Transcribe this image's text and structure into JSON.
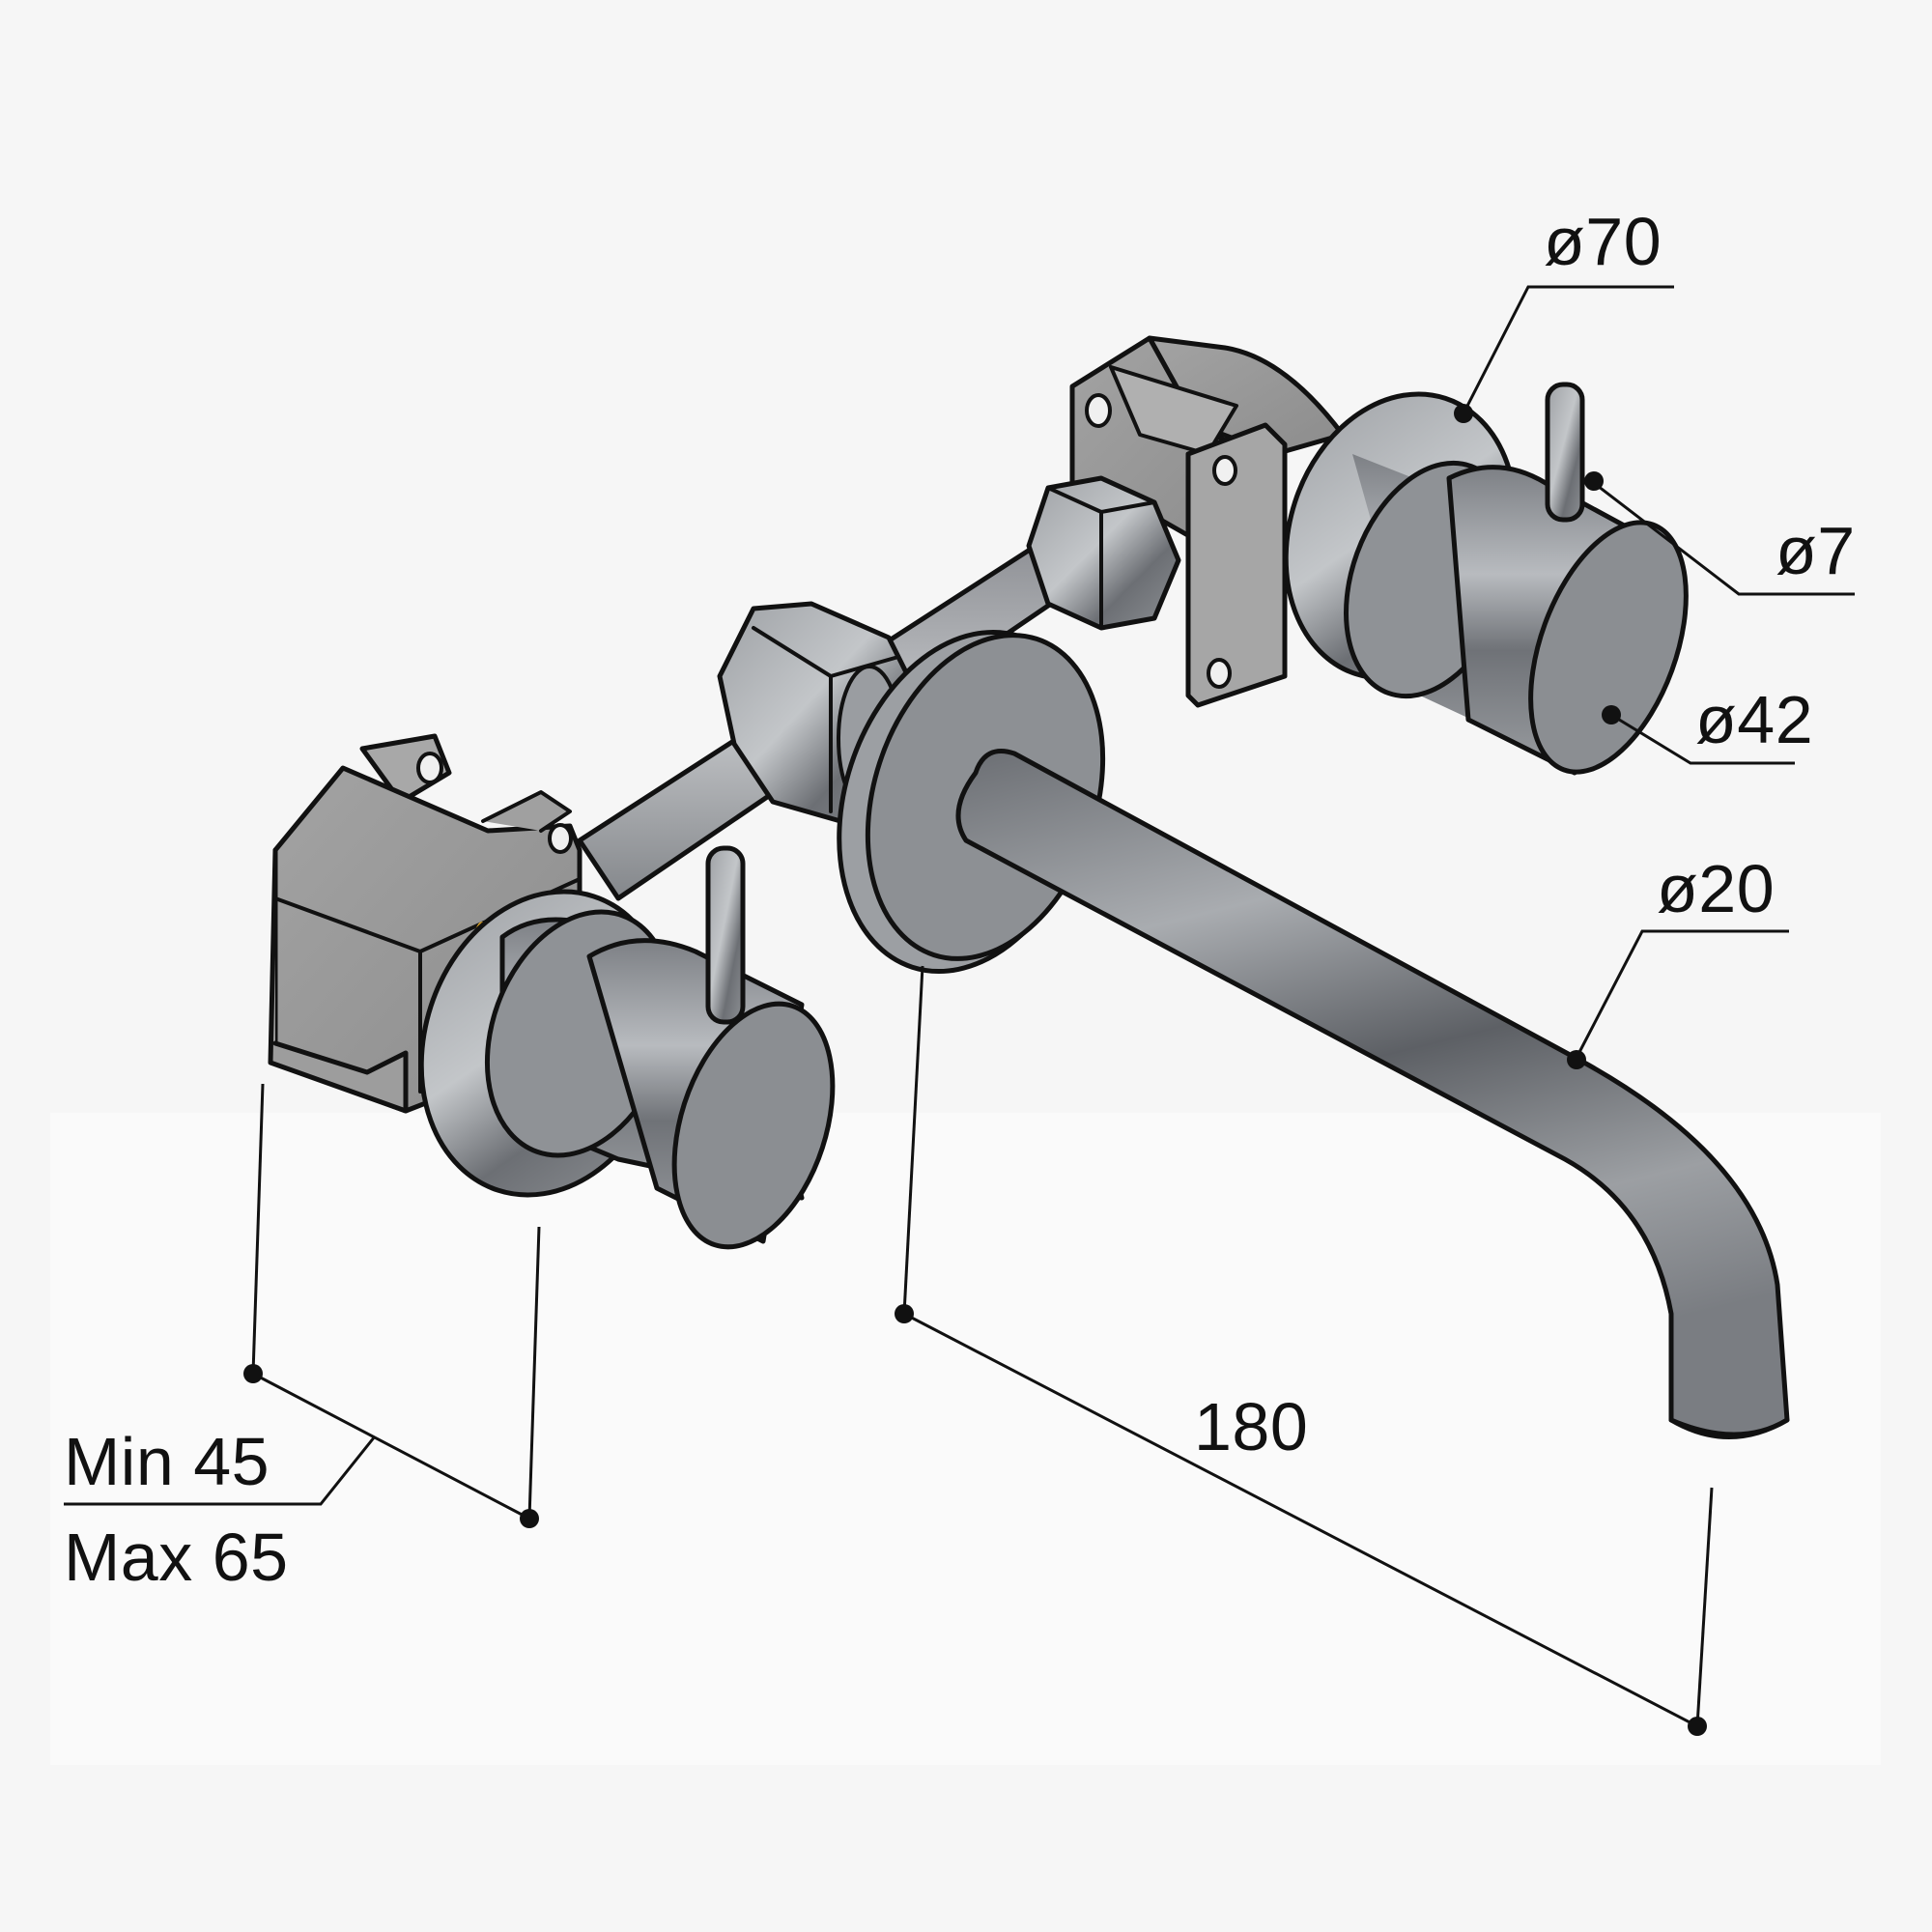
{
  "drawing": {
    "type": "technical-dimension-drawing",
    "subject": "wall-mounted basin mixer with two handles and spout",
    "colors": {
      "background": "#f6f6f6",
      "panel": "#fafafa",
      "metal": "#8a8d91",
      "metal_light": "#b9bcc0",
      "metal_dark": "#5f6266",
      "block": "#9a9a9a",
      "brass_seal": "#d8a22a",
      "line": "#111111"
    }
  },
  "dimensions": {
    "rosette_diameter": {
      "label": "ø70",
      "value": 70,
      "unit": "mm"
    },
    "lever_diameter": {
      "label": "ø7",
      "value": 7,
      "unit": "mm"
    },
    "handle_diameter": {
      "label": "ø42",
      "value": 42,
      "unit": "mm"
    },
    "spout_diameter": {
      "label": "ø20",
      "value": 20,
      "unit": "mm"
    },
    "spout_projection": {
      "label": "180",
      "value": 180,
      "unit": "mm"
    },
    "wall_depth": {
      "min_label": "Min 45",
      "max_label": "Max 65",
      "min": 45,
      "max": 65,
      "unit": "mm"
    }
  }
}
